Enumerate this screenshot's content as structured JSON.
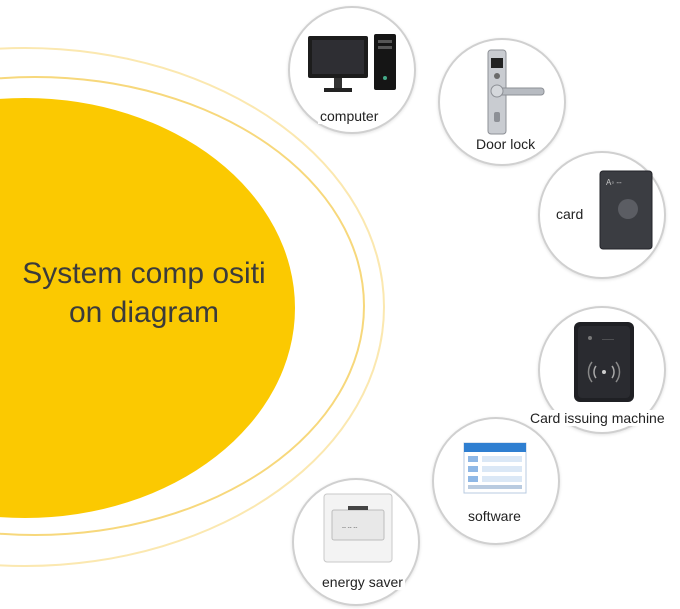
{
  "title": "System comp osition diagram",
  "colors": {
    "core": "#fbc901",
    "ring_outer": "#fbe8b0",
    "ring_inner": "#f7d87c",
    "node_border": "#d0d0d0"
  },
  "components": [
    {
      "label": "computer",
      "icon": "computer-icon"
    },
    {
      "label": "Door lock",
      "icon": "door-lock-icon"
    },
    {
      "label": "card",
      "icon": "card-icon"
    },
    {
      "label": "Card issuing machine",
      "icon": "card-reader-icon"
    },
    {
      "label": "software",
      "icon": "software-icon"
    },
    {
      "label": "energy saver",
      "icon": "energy-saver-icon"
    }
  ]
}
